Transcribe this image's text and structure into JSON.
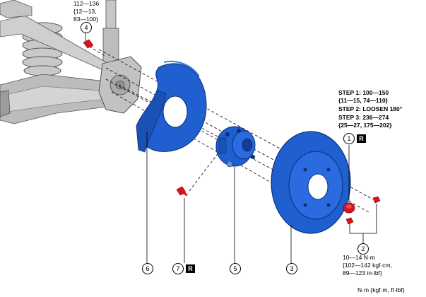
{
  "torque_4": {
    "line1": "112—136",
    "line2": "{12—13,",
    "line3": "83—100}"
  },
  "steps": {
    "step1": "STEP 1: 100—150",
    "step1_conv": "{11—15, 74—110}",
    "step2": "STEP 2: LOOSEN 180°",
    "step3": "STEP 3: 236—274",
    "step3_conv": "{25—27, 175—202}"
  },
  "torque_2": {
    "line1": "10—14 N·m",
    "line2": "{102—142 kgf·cm,",
    "line3": "89—123 in·lbf}"
  },
  "units": "N·m {kgf·m, ft·lbf}",
  "callouts": {
    "c1": "1",
    "c2": "2",
    "c3": "3",
    "c4": "4",
    "c5": "5",
    "c6": "6",
    "c7": "7"
  },
  "replace_badge": "R",
  "colors": {
    "part_blue": "#1f5fcf",
    "bolt_red": "#d9131f",
    "suspension_gray": "#b9b9b9"
  }
}
